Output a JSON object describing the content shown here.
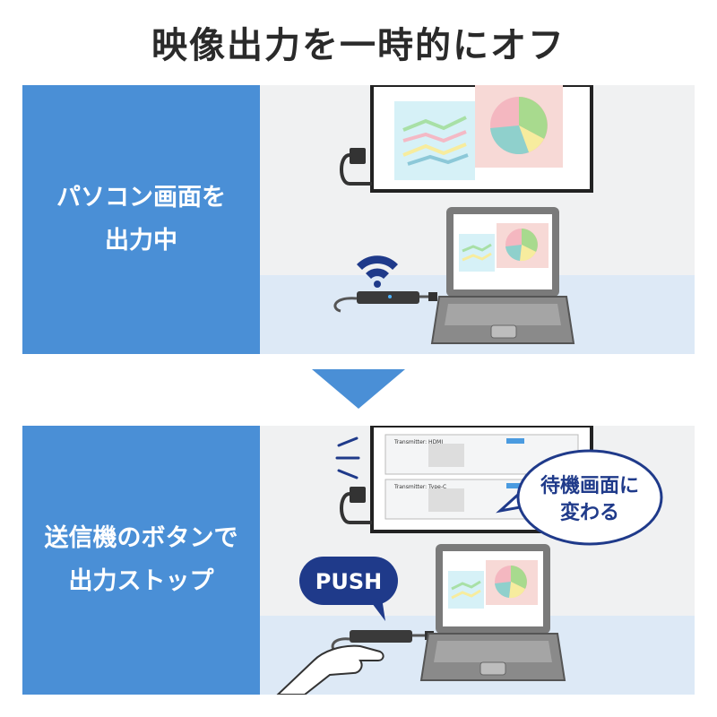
{
  "title": "映像出力を一時的にオフ",
  "panel1": {
    "label": "パソコン画面を\n出力中"
  },
  "panel2": {
    "label": "送信機のボタンで\n出力ストップ",
    "bubble_line1": "待機画面に",
    "bubble_line2": "変わる",
    "push_label": "PUSH",
    "standby_row1": "Transmitter: HDMI",
    "standby_row2": "Transmitter: Type-C"
  },
  "colors": {
    "accent_blue": "#4a8fd6",
    "bubble_border": "#1f3a8a",
    "push_bg": "#1f3a8a"
  }
}
